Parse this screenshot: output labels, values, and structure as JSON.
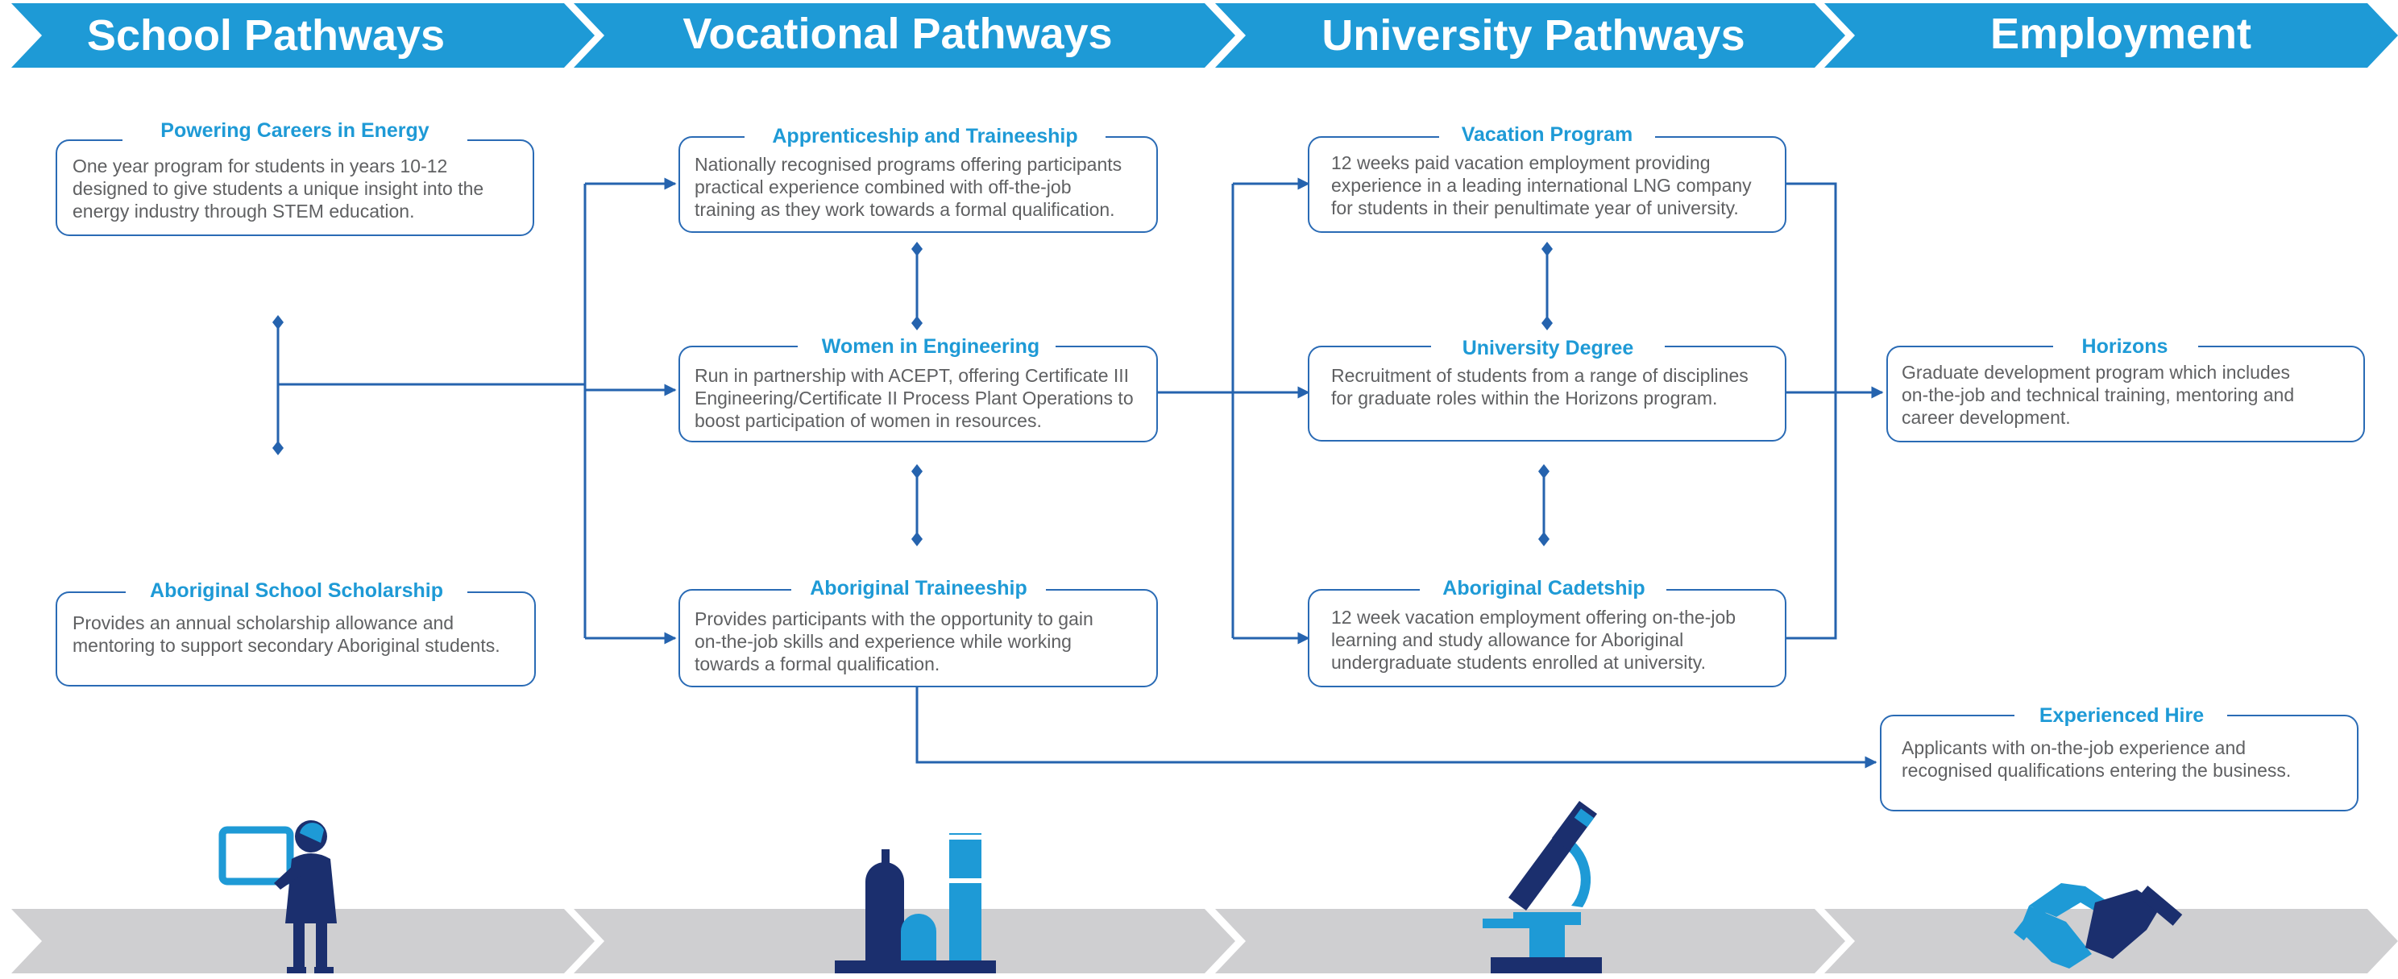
{
  "colors": {
    "banner": "#1e9ad6",
    "ground": "#cfcfd1",
    "box_border": "#2a6bb5",
    "title_text": "#1e9ad6",
    "body_text": "#5f6062",
    "connector": "#2563ae",
    "icon_dark": "#1b2f6e",
    "icon_light": "#1e9ad6"
  },
  "stages": [
    {
      "label": "School Pathways"
    },
    {
      "label": "Vocational Pathways"
    },
    {
      "label": "University Pathways"
    },
    {
      "label": "Employment"
    }
  ],
  "programs": {
    "powering_careers": {
      "title": "Powering Careers in Energy",
      "lines": [
        "One year program for students in years 10-12",
        "designed to give students a unique insight  into the",
        "energy industry through STEM education."
      ]
    },
    "aboriginal_school_scholarship": {
      "title": "Aboriginal School Scholarship",
      "lines": [
        "Provides an annual scholarship allowance and",
        "mentoring to support secondary Aboriginal students."
      ]
    },
    "apprenticeship": {
      "title": "Apprenticeship and Traineeship",
      "lines": [
        "Nationally recognised programs offering participants",
        "practical experience combined with off-the-job",
        "training as  they work towards a formal qualification."
      ]
    },
    "women_in_engineering": {
      "title": "Women in Engineering",
      "lines": [
        "Run in partnership with ACEPT, offering Certificate III",
        "Engineering/Certificate II Process Plant Operations to",
        "boost participation of women in resources."
      ]
    },
    "aboriginal_traineeship": {
      "title": "Aboriginal Traineeship",
      "lines": [
        "Provides participants with the opportunity to gain",
        "on-the-job skills and experience while working",
        "towards a formal qualification."
      ]
    },
    "vacation_program": {
      "title": "Vacation Program",
      "lines": [
        "12 weeks paid vacation employment providing",
        "experience in a leading international LNG company",
        "for students in their penultimate year of university."
      ]
    },
    "university_degree": {
      "title": "University Degree",
      "lines": [
        "Recruitment of students from a range of disciplines",
        "for graduate roles within the Horizons program."
      ]
    },
    "aboriginal_cadetship": {
      "title": "Aboriginal Cadetship",
      "lines": [
        "12 week vacation employment offering on-the-job",
        "learning and study allowance for Aboriginal",
        "undergraduate students enrolled at university."
      ]
    },
    "horizons": {
      "title": "Horizons",
      "lines": [
        "Graduate development program which includes",
        "on-the-job and technical training, mentoring and",
        "career development."
      ]
    },
    "experienced_hire": {
      "title": "Experienced Hire",
      "lines": [
        "Applicants with on-the-job experience and",
        "recognised qualifications entering the business."
      ]
    }
  },
  "icons": [
    "teacher-icon",
    "refinery-icon",
    "microscope-icon",
    "handshake-icon"
  ]
}
